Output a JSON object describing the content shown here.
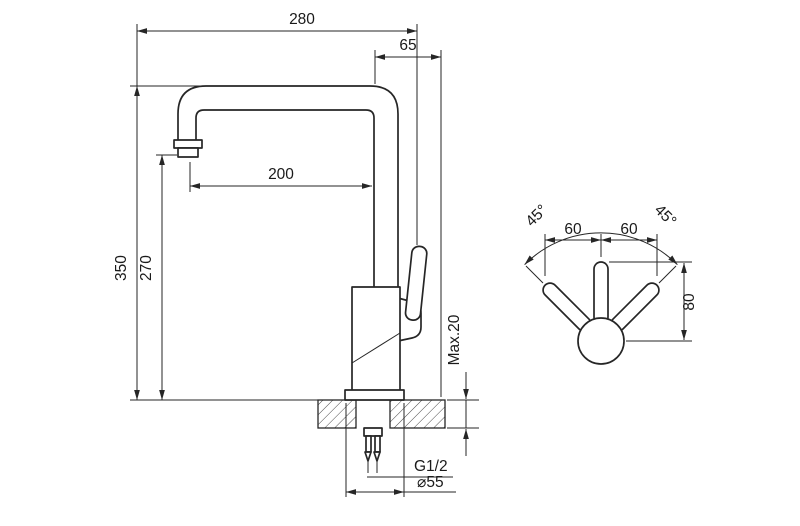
{
  "drawing": {
    "bg": "#ffffff",
    "ink": "#262626",
    "type": "faucet-dimension-drawing"
  },
  "side_view": {
    "name": "faucet-side-elevation",
    "dims": {
      "top_width": "280",
      "top_offset": "65",
      "spout_reach": "200",
      "total_height": "350",
      "outlet_height": "270",
      "max_mount_thickness": "Max.20",
      "thread_size": "G1/2",
      "base_diameter": "⌀55"
    }
  },
  "handle_view": {
    "name": "handle-rotation-view",
    "dims": {
      "rotation_left": "45°",
      "rotation_right": "45°",
      "span_left": "60",
      "span_right": "60",
      "handle_length": "80"
    }
  }
}
